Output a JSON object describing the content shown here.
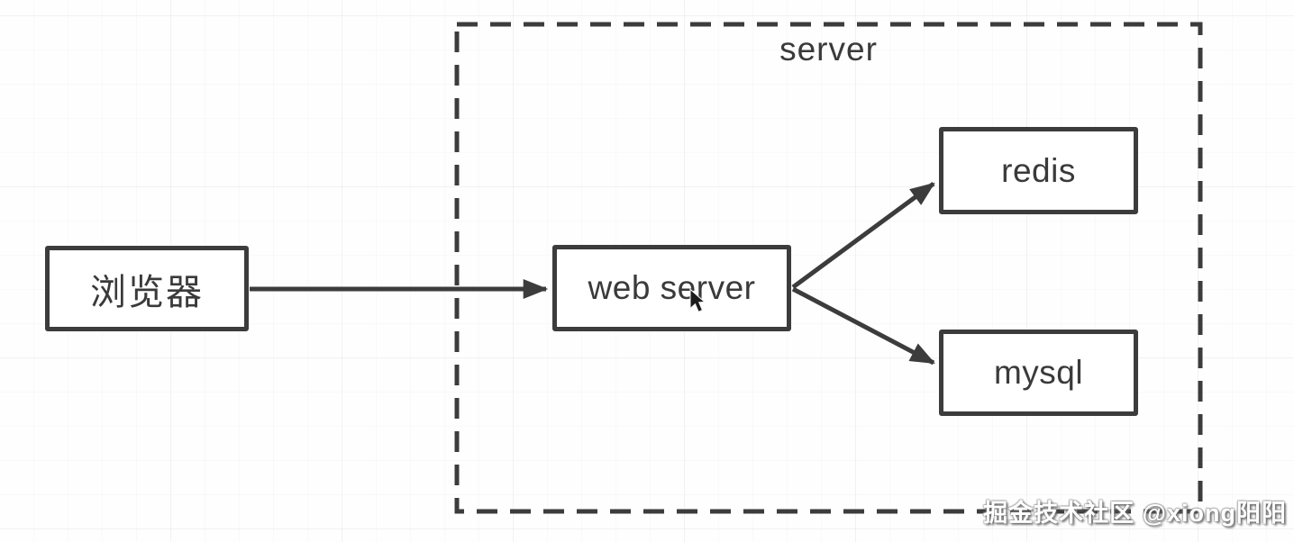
{
  "diagram": {
    "server_group_label": "server",
    "nodes": {
      "browser": {
        "label": "浏览器"
      },
      "web_server": {
        "label": "web server"
      },
      "redis": {
        "label": "redis"
      },
      "mysql": {
        "label": "mysql"
      }
    },
    "edges": [
      {
        "from": "浏览器",
        "to": "web server"
      },
      {
        "from": "web server",
        "to": "redis"
      },
      {
        "from": "web server",
        "to": "mysql"
      }
    ],
    "colors": {
      "stroke": "#3c3c3c",
      "text": "#3a3a3a",
      "background": "#fefefe",
      "watermark_text": "#ffffff"
    }
  },
  "watermark": {
    "text": "掘金技术社区 @xiong阳阳"
  }
}
